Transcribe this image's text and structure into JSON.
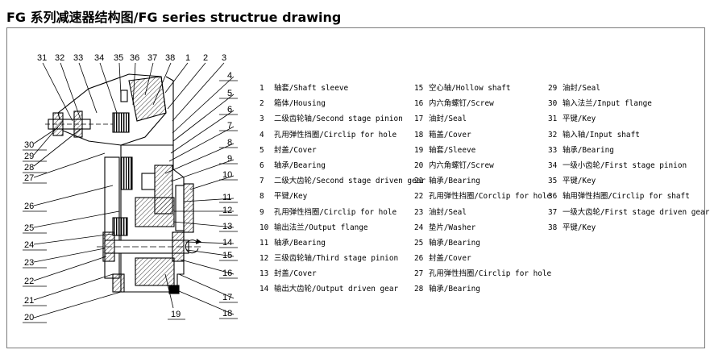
{
  "title": "FG 系列减速器结构图/FG series structrue drawing",
  "callouts": {
    "top": [
      "31",
      "32",
      "33",
      "34",
      "35",
      "36",
      "37",
      "38",
      "1",
      "2",
      "3"
    ],
    "right": [
      "4",
      "5",
      "6",
      "7",
      "8",
      "9",
      "10",
      "11",
      "12",
      "13",
      "14",
      "15",
      "16",
      "17",
      "18"
    ],
    "left": [
      "30",
      "29",
      "28",
      "27",
      "26",
      "25",
      "24",
      "23",
      "22",
      "21",
      "20"
    ],
    "bottom": [
      "19"
    ]
  },
  "legend": {
    "col1": [
      {
        "num": "1",
        "text": "轴套/Shaft sleeve"
      },
      {
        "num": "2",
        "text": "箱体/Housing"
      },
      {
        "num": "3",
        "text": "二级齿轮轴/Second stage pinion"
      },
      {
        "num": "4",
        "text": "孔用弹性挡圈/Circlip for hole"
      },
      {
        "num": "5",
        "text": "封盖/Cover"
      },
      {
        "num": "6",
        "text": "轴承/Bearing"
      },
      {
        "num": "7",
        "text": "二级大齿轮/Second stage driven gear"
      },
      {
        "num": "8",
        "text": "平键/Key"
      },
      {
        "num": "9",
        "text": "孔用弹性挡圈/Circlip for hole"
      },
      {
        "num": "10",
        "text": "输出法兰/Output flange"
      },
      {
        "num": "11",
        "text": "轴承/Bearing"
      },
      {
        "num": "12",
        "text": "三级齿轮轴/Third stage pinion"
      },
      {
        "num": "13",
        "text": "封盖/Cover"
      },
      {
        "num": "14",
        "text": "输出大齿轮/Output driven gear"
      }
    ],
    "col2": [
      {
        "num": "15",
        "text": "空心轴/Hollow shaft"
      },
      {
        "num": "16",
        "text": "内六角螺钉/Screw"
      },
      {
        "num": "17",
        "text": "油封/Seal"
      },
      {
        "num": "18",
        "text": "箱盖/Cover"
      },
      {
        "num": "19",
        "text": "轴套/Sleeve"
      },
      {
        "num": "20",
        "text": "内六角螺钉/Screw"
      },
      {
        "num": "21",
        "text": "轴承/Bearing"
      },
      {
        "num": "22",
        "text": "孔用弹性挡圈/Corclip for hole"
      },
      {
        "num": "23",
        "text": "油封/Seal"
      },
      {
        "num": "24",
        "text": "垫片/Washer"
      },
      {
        "num": "25",
        "text": "轴承/Bearing"
      },
      {
        "num": "26",
        "text": "封盖/Cover"
      },
      {
        "num": "27",
        "text": "孔用弹性挡圈/Circlip for hole"
      },
      {
        "num": "28",
        "text": "轴承/Bearing"
      }
    ],
    "col3": [
      {
        "num": "29",
        "text": "油封/Seal"
      },
      {
        "num": "30",
        "text": "输入法兰/Input flange"
      },
      {
        "num": "31",
        "text": "平键/Key"
      },
      {
        "num": "32",
        "text": "输入轴/Input shaft"
      },
      {
        "num": "33",
        "text": "轴承/Bearing"
      },
      {
        "num": "34",
        "text": "一级小齿轮/First stage pinion"
      },
      {
        "num": "35",
        "text": "平键/Key"
      },
      {
        "num": "36",
        "text": "轴用弹性挡圈/Circlip for shaft"
      },
      {
        "num": "37",
        "text": "一级大齿轮/First stage driven gear"
      },
      {
        "num": "38",
        "text": "平键/Key"
      }
    ]
  }
}
